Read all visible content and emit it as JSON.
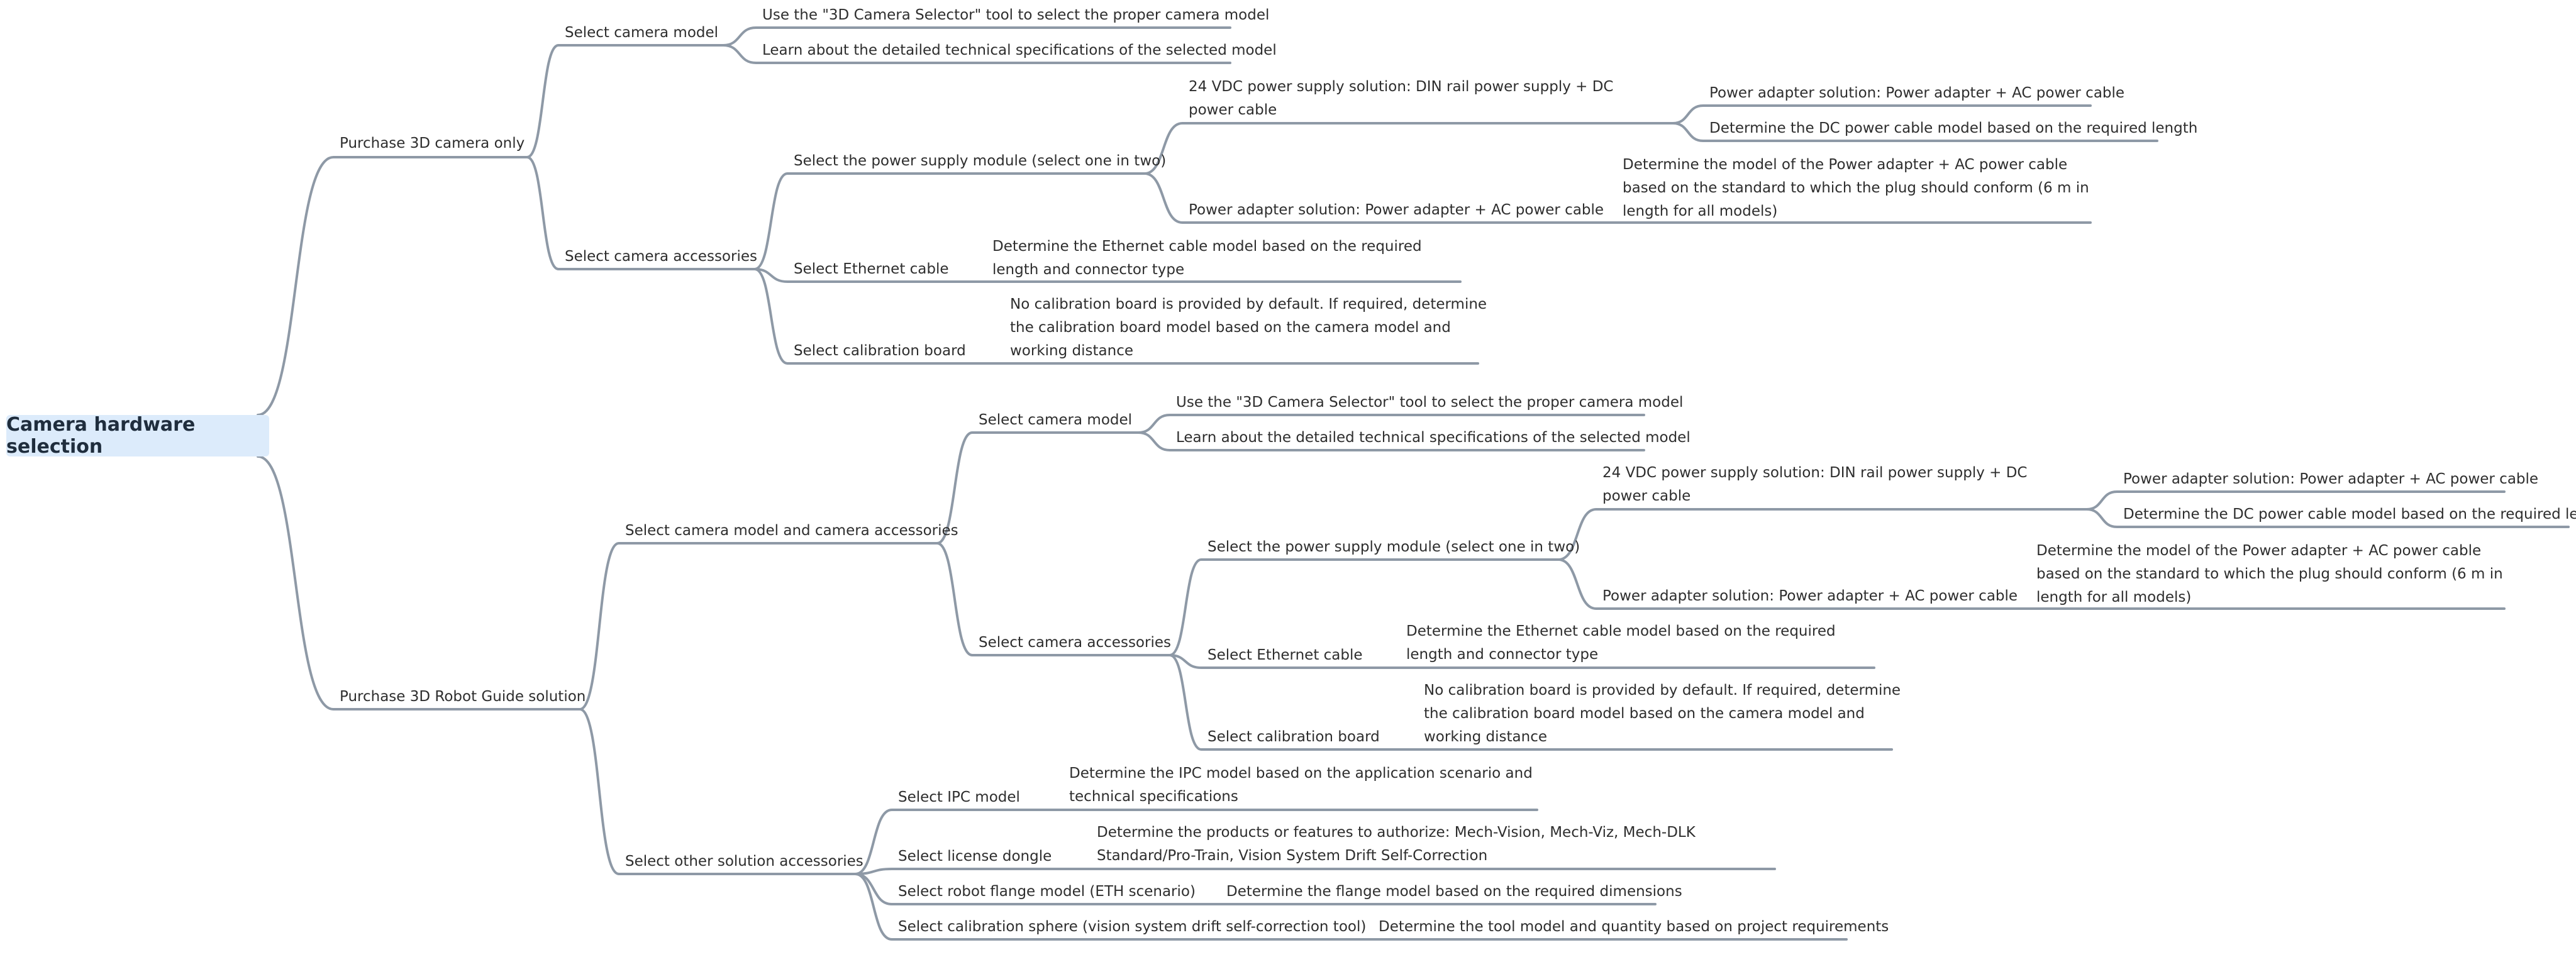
{
  "root": "Camera hardware selection",
  "colors": {
    "line": "#8e99a6",
    "root_bg": "#dcebfb",
    "text": "#2e2e2e"
  },
  "branches": {
    "camera_only": {
      "label": "Purchase 3D camera only",
      "camera_model": {
        "label": "Select camera model",
        "tool": "Use the \"3D Camera Selector\" tool to select the proper camera model",
        "specs": "Learn about the detailed technical specifications of the selected model"
      },
      "accessories": {
        "label": "Select camera accessories",
        "power": {
          "label": "Select the power supply module (select one in two)",
          "vdc": "24 VDC power supply solution: DIN rail power supply + DC power cable",
          "vdc_adapter": "Power adapter solution: Power adapter + AC power cable",
          "vdc_dc_cable": "Determine the DC power cable model based on the required length",
          "adapter": "Power adapter solution: Power adapter + AC power cable",
          "adapter_detail": "Determine the model of the Power adapter + AC power cable based on the standard to which the plug should conform (6 m in length for all models)"
        },
        "ethernet": {
          "label": "Select Ethernet cable",
          "detail": "Determine the Ethernet cable model based on the required length and connector type"
        },
        "calibration": {
          "label": "Select calibration board",
          "detail": "No calibration board is provided by default. If required, determine the calibration board model based on the camera model and working distance"
        }
      }
    },
    "robot_guide": {
      "label": "Purchase 3D Robot Guide solution",
      "model_and_accessories": {
        "label": "Select camera model and camera accessories",
        "camera_model": {
          "label": "Select camera model",
          "tool": "Use the \"3D Camera Selector\" tool to select the proper camera model",
          "specs": "Learn about the detailed technical specifications of the selected model"
        },
        "accessories": {
          "label": "Select camera accessories",
          "power": {
            "label": "Select the power supply module (select one in two)",
            "vdc": "24 VDC power supply solution: DIN rail power supply + DC power cable",
            "vdc_adapter": "Power adapter solution: Power adapter + AC power cable",
            "vdc_dc_cable": "Determine the DC power cable model based on the required length",
            "adapter": "Power adapter solution: Power adapter + AC power cable",
            "adapter_detail": "Determine the model of the Power adapter + AC power cable based on the standard to which the plug should conform (6 m in length for all models)"
          },
          "ethernet": {
            "label": "Select Ethernet cable",
            "detail": "Determine the Ethernet cable model based on the required length and connector type"
          },
          "calibration": {
            "label": "Select calibration board",
            "detail": "No calibration board is provided by default. If required, determine the calibration board model based on the camera model and working distance"
          }
        }
      },
      "other": {
        "label": "Select other solution accessories",
        "ipc": {
          "label": "Select IPC model",
          "detail": "Determine the IPC model based on the application scenario and technical specifications"
        },
        "dongle": {
          "label": "Select license dongle",
          "detail": "Determine the products or features to authorize:  Mech-Vision, Mech-Viz, Mech-DLK Standard/Pro-Train, Vision System Drift Self-Correction"
        },
        "flange": {
          "label": "Select robot flange model (ETH scenario)",
          "detail": "Determine the flange model based on the required dimensions"
        },
        "sphere": {
          "label": "Select calibration sphere (vision system drift self-correction tool)",
          "detail": "Determine the tool model and quantity based on project requirements"
        }
      }
    }
  }
}
